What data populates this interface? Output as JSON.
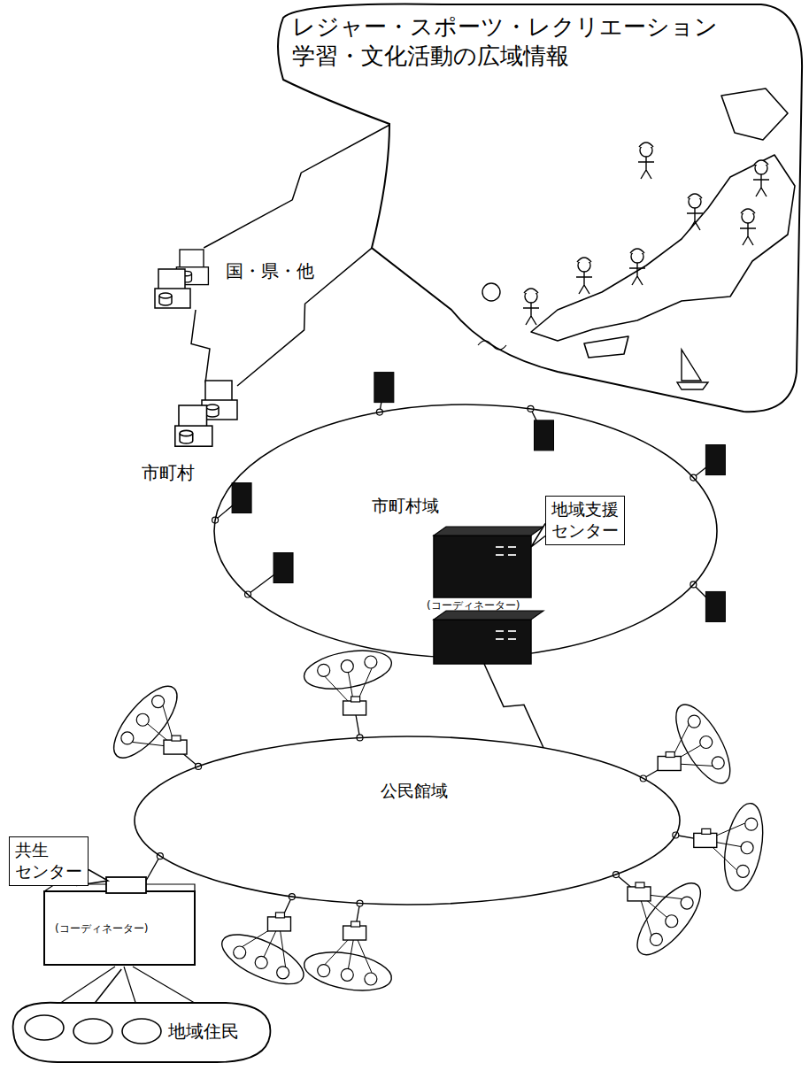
{
  "diagram": {
    "nodes": [
      {
        "text": [
          "レジャー・スポーツ・レクリエーション 学習・文化活動の広域情報"
        ]
      },
      {
        "text": [
          "国・県・他"
        ]
      },
      {
        "text": [
          "市町村"
        ]
      },
      {
        "text": [
          "市町村域"
        ]
      },
      {
        "text": [
          "地域支援 センター",
          "(コーディネーター)"
        ],
        "in": 3
      },
      {
        "text": [
          "公民館域"
        ]
      },
      {
        "text": [
          "共生 センター",
          "(コーディネーター)"
        ]
      },
      {
        "text": [
          "地域住民"
        ]
      }
    ],
    "edges": [
      {
        "from": 1,
        "to": 0,
        "arrow": "none"
      },
      {
        "from": 1,
        "to": 2,
        "arrow": "none"
      },
      {
        "from": 2,
        "to": 0,
        "arrow": "none"
      },
      {
        "from": 4,
        "to": 5,
        "arrow": "none"
      },
      {
        "from": 6,
        "to": 7,
        "arrow": "none"
      }
    ]
  }
}
